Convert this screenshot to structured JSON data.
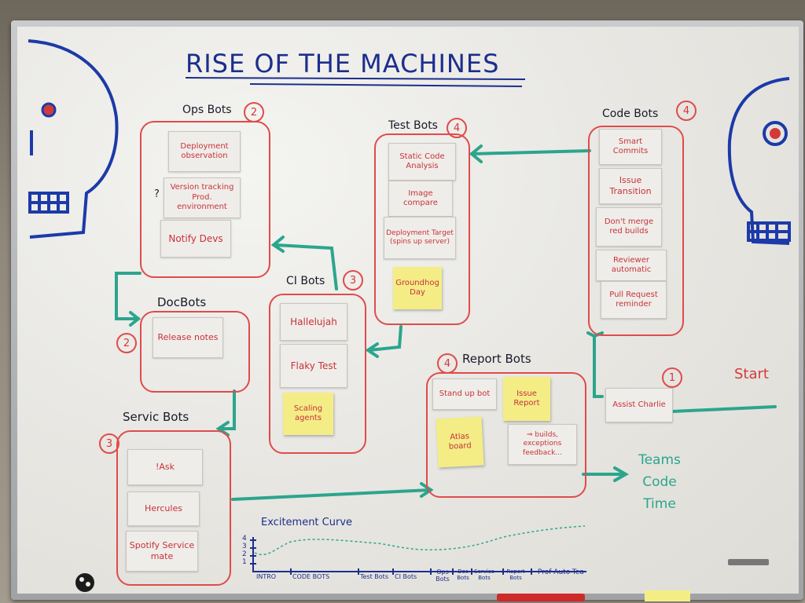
{
  "board_title": "RISE OF THE MACHINES",
  "groups": {
    "ops": {
      "title": "Ops Bots",
      "number": "2",
      "question_mark": "?",
      "cards": [
        "Deployment observation",
        "Version tracking Prod. environment",
        "Notify Devs"
      ]
    },
    "test": {
      "title": "Test Bots",
      "number": "4",
      "cards": [
        "Static Code Analysis",
        "Image compare",
        "Deployment Target (spins up server)"
      ],
      "sticky": "Groundhog Day"
    },
    "code": {
      "title": "Code Bots",
      "number": "4",
      "cards": [
        "Smart Commits",
        "Issue Transition",
        "Don't merge red builds",
        "Reviewer automatic",
        "Pull Request reminder"
      ]
    },
    "doc": {
      "title": "DocBots",
      "number": "2",
      "cards": [
        "Release notes"
      ]
    },
    "ci": {
      "title": "CI Bots",
      "number": "3",
      "cards": [
        "Hallelujah",
        "Flaky Test"
      ],
      "sticky": "Scaling agents"
    },
    "report": {
      "title": "Report Bots",
      "number": "4",
      "cards": [
        "Stand up bot",
        "⇒ builds, exceptions feedback..."
      ],
      "stickies": [
        "Issue Report",
        "Atlas board"
      ]
    },
    "service": {
      "title": "Servic Bots",
      "number": "3",
      "cards": [
        "!Ask",
        "Hercules",
        "Spotify Service mate"
      ]
    }
  },
  "start": {
    "label": "Start",
    "number": "1",
    "card": "Assist Charlie"
  },
  "teams_note": "Teams Code Time",
  "curve": {
    "title": "Excitement Curve",
    "y_ticks": [
      "4",
      "3",
      "2",
      "1"
    ],
    "x_labels": [
      "INTRO",
      "CODE BOTS",
      "Test Bots",
      "CI Bots",
      "Ops Bots",
      "Doc Bots",
      "Service Bots",
      "Report Bots",
      "Prof Auto-Tea"
    ]
  },
  "colors": {
    "marker_red": "#e04b4b",
    "marker_teal": "#2ca58d",
    "marker_blue": "#1c2e8c",
    "sticky": "#f4ed86"
  }
}
